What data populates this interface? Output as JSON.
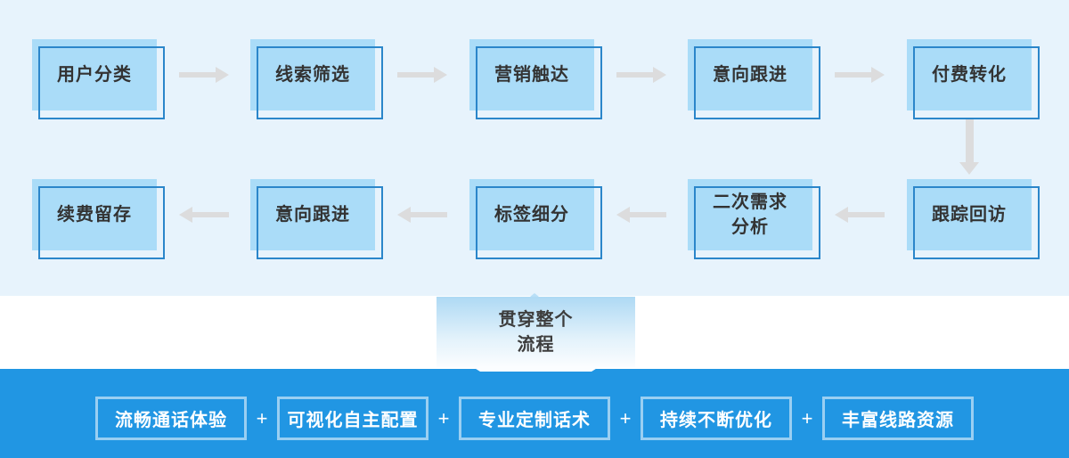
{
  "flow": {
    "row1": [
      {
        "label": "用户分类"
      },
      {
        "label": "线索筛选"
      },
      {
        "label": "营销触达"
      },
      {
        "label": "意向跟进"
      },
      {
        "label": "付费转化"
      }
    ],
    "row2": [
      {
        "label": "续费留存"
      },
      {
        "label": "意向跟进"
      },
      {
        "label": "标签细分"
      },
      {
        "label": "二次需求\n分析"
      },
      {
        "label": "跟踪回访"
      }
    ]
  },
  "callout": {
    "label": "贯穿整个\n流程"
  },
  "bottom_bar": {
    "separator": "+",
    "items": [
      {
        "label": "流畅通话体验"
      },
      {
        "label": "可视化自主配置"
      },
      {
        "label": "专业定制话术"
      },
      {
        "label": "持续不断优化"
      },
      {
        "label": "丰富线路资源"
      }
    ]
  },
  "colors": {
    "background_light": "#e7f3fc",
    "box_fill": "#aadcf8",
    "box_outline": "#2b86ca",
    "arrow_gray": "#dcdcdd",
    "bar_blue": "#2196e3",
    "badge_border": "rgba(255,255,255,0.55)",
    "text_dark": "#333333",
    "text_white": "#ffffff"
  }
}
